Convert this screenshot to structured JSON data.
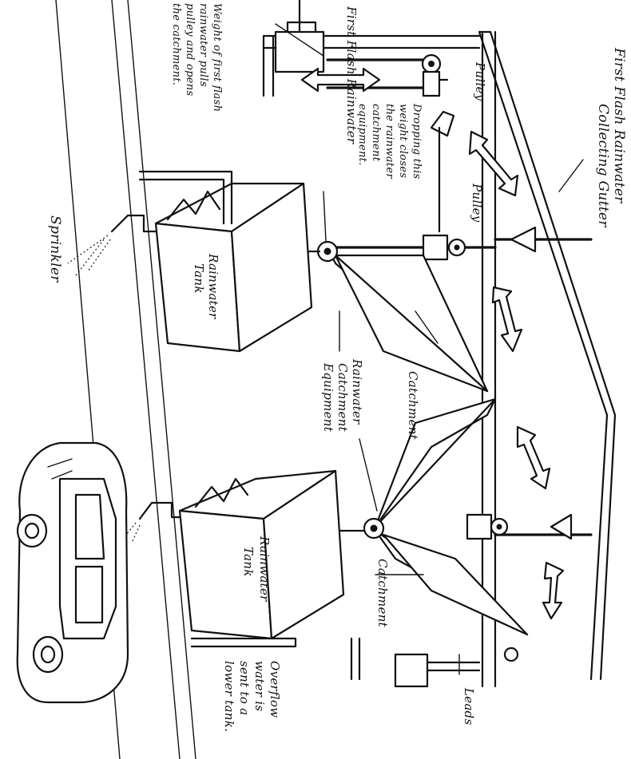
{
  "labels": {
    "first_flash_rainwater": "First Flash Rainwater",
    "pulley_top": "Pulley",
    "weight_l1": "Weight of first flash",
    "weight_l2": "rainwater pulls",
    "weight_l3": "pulley and opens",
    "weight_l4": "the catchment.",
    "gutter_l1": "First Flash Rainwater",
    "gutter_l2": "Collecting Gutter",
    "dropping_l1": "Dropping this",
    "dropping_l2": "weight closes",
    "dropping_l3": "the rainwater",
    "dropping_l4": "catchment",
    "dropping_l5": "equipment.",
    "pulley_mid": "Pulley",
    "sprinkler": "Sprinkler",
    "tank1_l1": "Rainwater",
    "tank1_l2": "Tank",
    "catchment1": "Catchment",
    "equip_l1": "Rainwater",
    "equip_l2": "Catchment",
    "equip_l3": "Equipment",
    "tank2_l1": "Rainwater",
    "tank2_l2": "Tank",
    "catchment2": "Catchment",
    "overflow_l1": "Overflow",
    "overflow_l2": "water is",
    "overflow_l3": "sent to a",
    "overflow_l4": "lower tank.",
    "leads": "Leads"
  }
}
